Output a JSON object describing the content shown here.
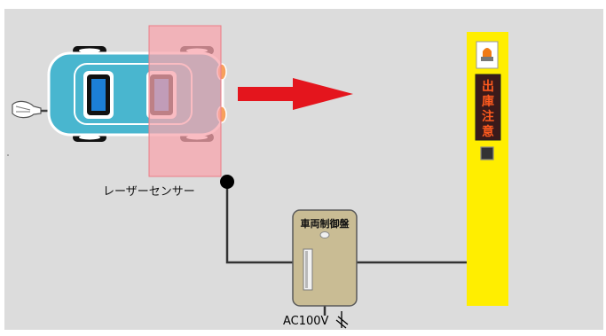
{
  "diagram": {
    "sensor_label": "レーザーセンサー",
    "control_panel_title": "車両制御盤",
    "power_label": "AC100V",
    "warning_text": [
      "出",
      "庫",
      "注",
      "意"
    ]
  },
  "colors": {
    "background": "#dcdcdc",
    "car_body": "#49b6cf",
    "sensor_zone": "#f8a6ae",
    "arrow": "#e4151d",
    "pole": "#ffee00",
    "warning_text": "#ff5a1e",
    "panel": "#c9bc94"
  },
  "icons": {
    "plug": "plug-icon",
    "beacon": "rotating-beacon-icon",
    "indicator": "indicator-lamp-icon",
    "breaker": "breaker-symbol-icon"
  }
}
